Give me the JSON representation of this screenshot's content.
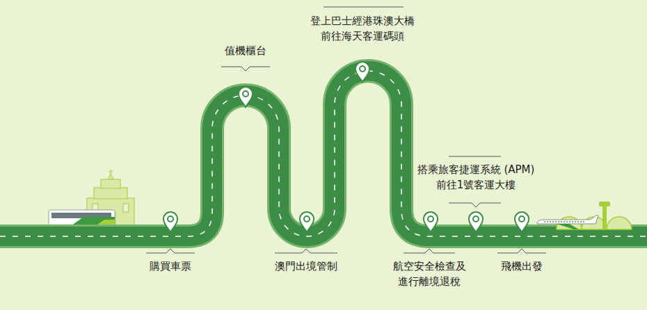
{
  "diagram": {
    "labels": [
      "購買車票",
      "值機櫃台",
      "澳門出境管制",
      "登上巴士經港珠澳大橋 前往海天客運碼頭",
      "航空安全檢查及 進行離境退稅",
      "搭乘旅客捷運系統 (APM)前往1號客運大樓",
      "飛機出發"
    ]
  }
}
